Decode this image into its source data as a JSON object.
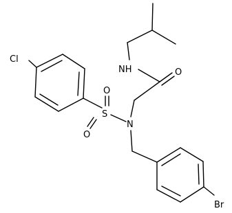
{
  "diagram": {
    "type": "chemical-structure",
    "atom_labels": {
      "chlorine": "Cl",
      "sulfur": "S",
      "sulfonyl_oxygen_top": "O",
      "sulfonyl_oxygen_bottom": "O",
      "sulfonamide_nitrogen": "N",
      "amide_nitrogen": "NH",
      "carbonyl_oxygen": "O",
      "bromine": "Br"
    }
  }
}
